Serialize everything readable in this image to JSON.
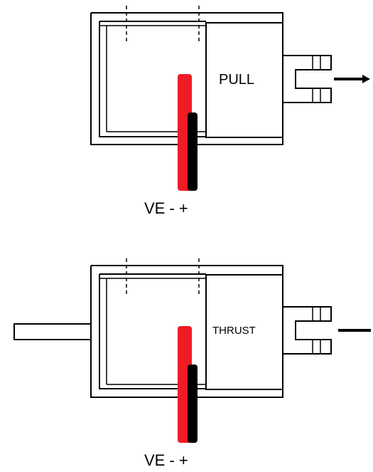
{
  "diagrams": [
    {
      "label": "PULL",
      "voltage_label": "VE - +"
    },
    {
      "label": "THRUST",
      "voltage_label": "VE - +"
    }
  ],
  "colors": {
    "positive_wire": "#ee1c24",
    "negative_wire": "#000000",
    "line": "#000000"
  }
}
